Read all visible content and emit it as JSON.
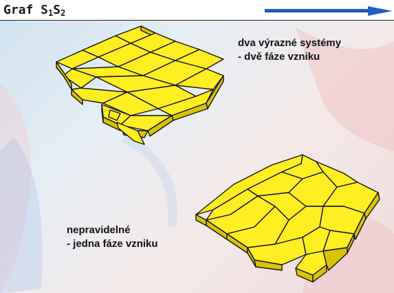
{
  "slide": {
    "title_main": "Graf S",
    "title_sub1": "1",
    "title_mid": "S",
    "title_sub2": "2",
    "accent_color": "#1f5fc6",
    "tile_color": "#ffee22",
    "tile_side_color": "#d8c400"
  },
  "captions": {
    "top_line1": "dva výrazné systémy",
    "top_line2": "- dvě fáze vzniku",
    "bottom_line1": "nepravidelné",
    "bottom_line2": "- jedna fáze vzniku"
  }
}
